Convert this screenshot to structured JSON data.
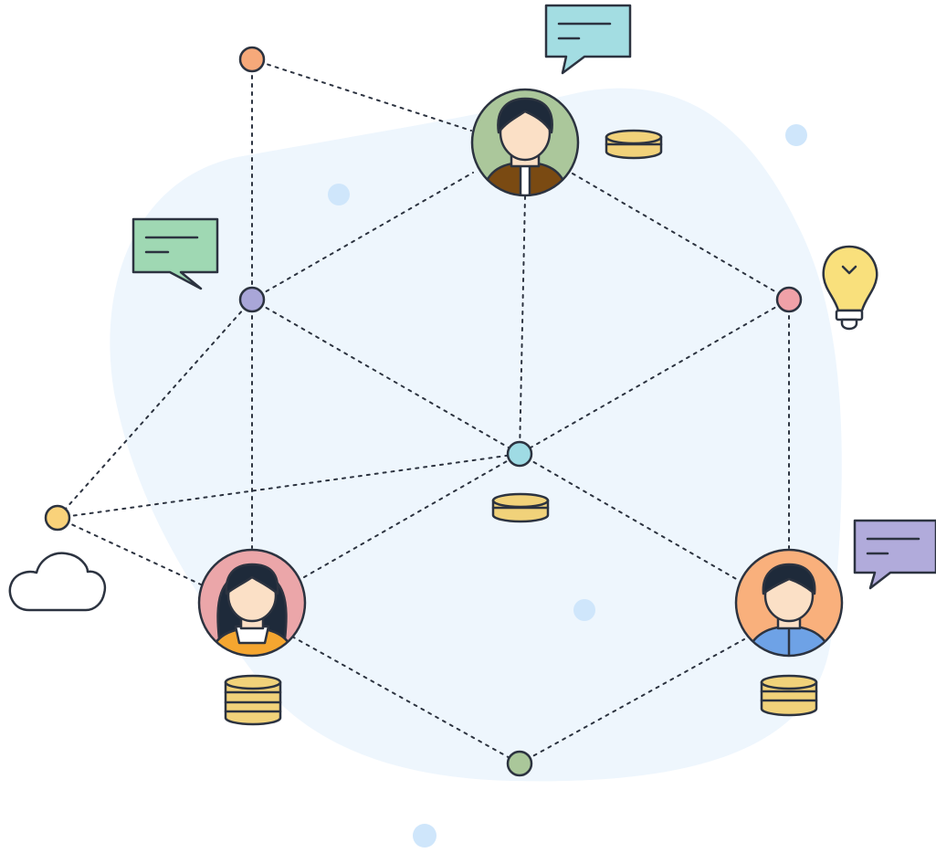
{
  "diagram": {
    "nodes": [
      {
        "id": "top-left-node",
        "color": "#f6a97a"
      },
      {
        "id": "left-node",
        "color": "#a9a6d8"
      },
      {
        "id": "right-node",
        "color": "#f0a1a8"
      },
      {
        "id": "center-node",
        "color": "#9fdbe4"
      },
      {
        "id": "far-left-node",
        "color": "#f9d27a"
      },
      {
        "id": "bottom-node",
        "color": "#aac79a"
      }
    ],
    "avatars": [
      {
        "id": "top-person",
        "bg": "#abc79b",
        "shirt": "#7a4a12"
      },
      {
        "id": "left-person",
        "bg": "#eba6a9",
        "shirt": "#f5a630"
      },
      {
        "id": "right-person",
        "bg": "#f9b07c",
        "shirt": "#6ea2e6"
      }
    ],
    "bubbles": [
      {
        "id": "top-chat",
        "icon": "chat-bubble-icon",
        "color": "#a3dde2"
      },
      {
        "id": "left-chat",
        "icon": "chat-bubble-icon",
        "color": "#9fd8b3"
      },
      {
        "id": "right-chat",
        "icon": "chat-bubble-icon",
        "color": "#b1abdb"
      }
    ],
    "coin_color": "#f1d27a",
    "bulb_color": "#f9e07c",
    "blob_color": "#eef6fd",
    "dot_color": "#cfe6fb",
    "line_color": "#2c3340"
  }
}
